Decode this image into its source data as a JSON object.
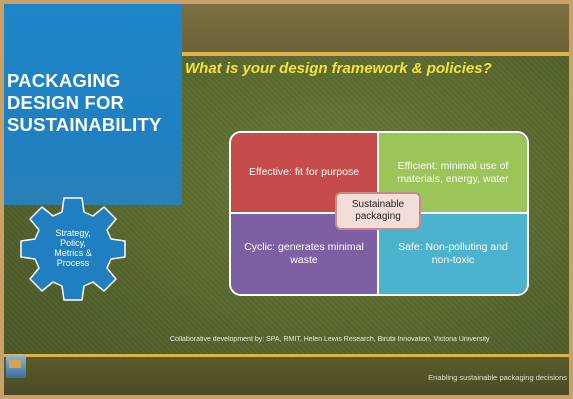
{
  "panel": {
    "title": "PACKAGING\nDESIGN FOR\nSUSTAINABILITY"
  },
  "question": "What is your design framework & policies?",
  "gear": {
    "text": "Strategy,\nPolicy,\nMetrics &\nProcess",
    "color": "#1f7fc1"
  },
  "diagram": {
    "center": "Sustainable\npackaging",
    "quadrants": [
      {
        "label": "Effective: fit for purpose",
        "color": "#c64b4b"
      },
      {
        "label": "Efficient: minimal use of materials, energy, water",
        "color": "#9bc459"
      },
      {
        "label": "Cyclic: generates minimal waste",
        "color": "#7d5fa3"
      },
      {
        "label": "Safe: Non-polluting and non-toxic",
        "color": "#4cb3cf"
      }
    ]
  },
  "footer": {
    "collaborators": "Collaborative development by: SPA, RMIT, Helen Lewis Research, Birubi Innovation, Victoria University",
    "tagline": "Enabling sustainable packaging decisions"
  },
  "colors": {
    "accent_blue": "#1f7fc1",
    "highlight_yellow": "#f5e23c",
    "strip_gold": "#e0b24a"
  }
}
